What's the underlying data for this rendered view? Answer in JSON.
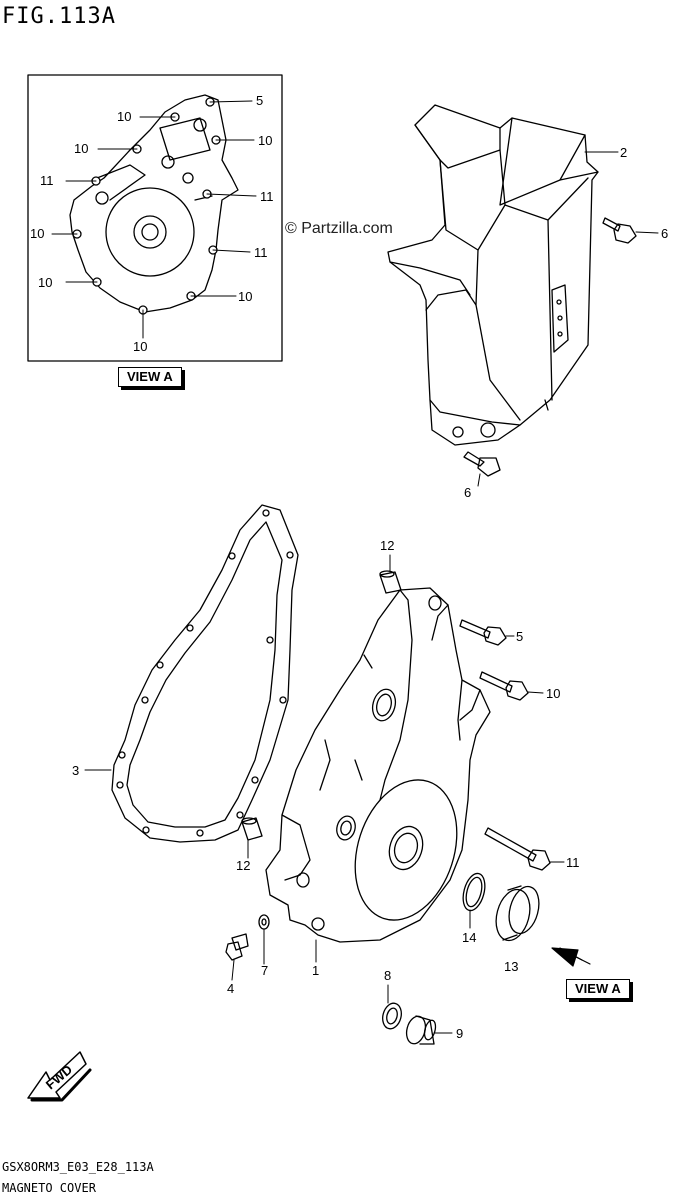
{
  "figure": {
    "title": "FIG.113A",
    "watermark": "© Partzilla.com",
    "footer_code": "GSX8ORM3_E03_E28_113A",
    "footer_name": "MAGNETO COVER",
    "view_label": "VIEW A",
    "fwd_label": "FWD"
  },
  "inset_callouts": [
    "5",
    "10",
    "10",
    "10",
    "11",
    "11",
    "11",
    "10",
    "10",
    "10",
    "10"
  ],
  "callouts": {
    "c1": "1",
    "c2": "2",
    "c3": "3",
    "c4": "4",
    "c5": "5",
    "c6a": "6",
    "c6b": "6",
    "c7": "7",
    "c8": "8",
    "c9": "9",
    "c10": "10",
    "c11": "11",
    "c12a": "12",
    "c12b": "12",
    "c13": "13",
    "c14": "14"
  }
}
